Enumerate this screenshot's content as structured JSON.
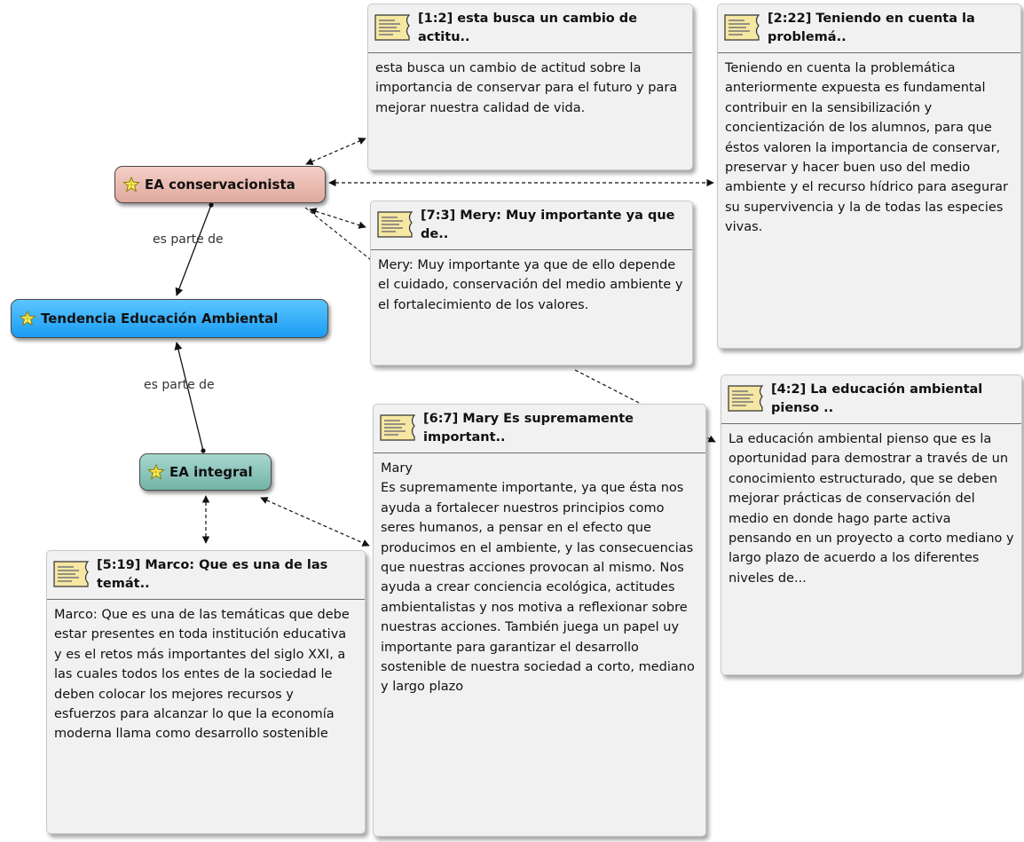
{
  "codes": {
    "conservacionista": "EA conservacionista",
    "tendencia": "Tendencia Educación Ambiental",
    "integral": "EA integral"
  },
  "relations": {
    "upper": "es parte de",
    "lower": "es parte de"
  },
  "quotes": {
    "q12": {
      "title": "[1:2] esta busca un cambio de actitu..",
      "body": "esta busca un cambio de actitud sobre la importancia de conservar para el futuro y para mejorar nuestra calidad de vida."
    },
    "q222": {
      "title": "[2:22] Teniendo en cuenta la problemá..",
      "body": "Teniendo en cuenta la problemática anteriormente expuesta es fundamental contribuir en la sensibilización y concientización de los alumnos, para que éstos valoren la importancia de conservar, preservar y hacer buen uso del medio ambiente y el recurso hídrico para asegurar su  supervivencia y la de todas las especies vivas."
    },
    "q73": {
      "title": "[7:3] Mery: Muy importante ya que de..",
      "body": "Mery: Muy importante ya que de ello depende el cuidado, conservación del medio ambiente y el fortalecimiento de los valores."
    },
    "q42": {
      "title": "[4:2] La educación ambiental pienso ..",
      "body": "La educación ambiental pienso que es la oportunidad para demostrar a través de un conocimiento estructurado, que se deben mejorar prácticas de conservación del medio en donde hago parte activa pensando en un proyecto a corto mediano y largo plazo de acuerdo a los diferentes niveles de..."
    },
    "q67": {
      "title": "[6:7] Mary Es supremamente important..",
      "body": "Mary\nEs supremamente importante, ya que ésta nos ayuda a fortalecer nuestros principios como seres humanos, a pensar en el efecto que producimos en el ambiente, y las consecuencias que nuestras acciones provocan al mismo. Nos ayuda a crear conciencia ecológica, actitudes ambientalistas y nos motiva a reflexionar sobre nuestras acciones. También juega un papel uy importante para garantizar el desarrollo sostenible de nuestra sociedad a corto, mediano y largo plazo"
    },
    "q519": {
      "title": "[5:19] Marco: Que es una de las temát..",
      "body": "Marco: Que es una de las temáticas que debe estar presentes en toda institución educativa  y es  el retos más importantes del siglo XXI, a las cuales todos los entes de la sociedad le deben colocar los mejores recursos y esfuerzos para alcanzar lo que la economía moderna llama como desarrollo sostenible"
    }
  },
  "icons": {
    "code": "code-star-icon",
    "quote": "quotation-doc-icon"
  },
  "colors": {
    "conservacionista": "#e8b8ad",
    "tendencia": "#2aa9fb",
    "integral": "#8cc5ba",
    "quote_bg": "#f1f1f1"
  }
}
